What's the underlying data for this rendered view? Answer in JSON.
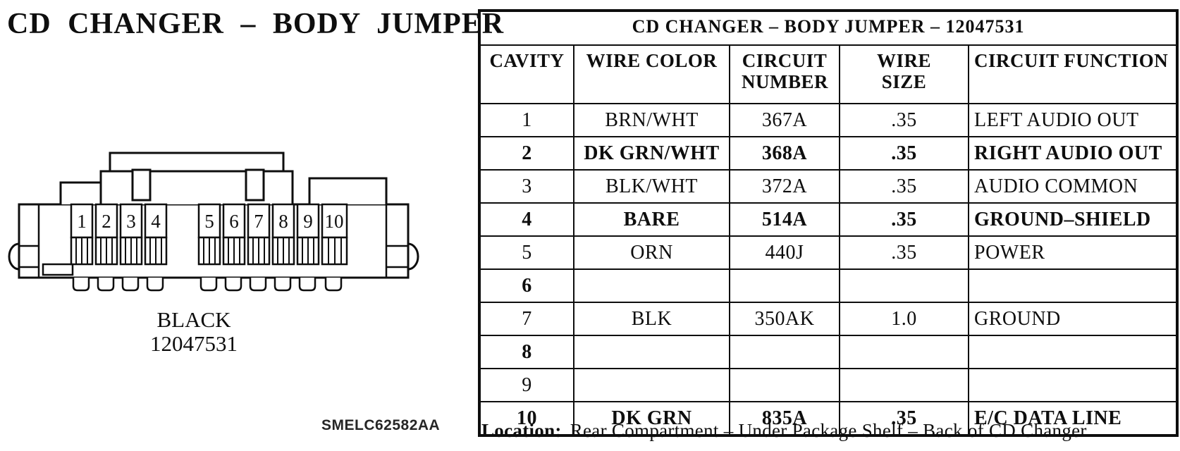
{
  "header": {
    "title": "CD CHANGER – BODY JUMPER"
  },
  "connector": {
    "color_label": "BLACK",
    "part_number": "12047531",
    "pins": [
      "1",
      "2",
      "3",
      "4",
      "5",
      "6",
      "7",
      "8",
      "9",
      "10"
    ]
  },
  "table": {
    "title": "CD CHANGER – BODY JUMPER – 12047531",
    "columns": {
      "cavity": "CAVITY",
      "wire_color": "WIRE COLOR",
      "circuit_number": "CIRCUIT NUMBER",
      "wire_size": "WIRE SIZE",
      "circuit_function": "CIRCUIT FUNCTION"
    },
    "rows": [
      {
        "cavity": "1",
        "wire_color": "BRN/WHT",
        "circuit_number": "367A",
        "wire_size": ".35",
        "circuit_function": "LEFT AUDIO OUT"
      },
      {
        "cavity": "2",
        "wire_color": "DK GRN/WHT",
        "circuit_number": "368A",
        "wire_size": ".35",
        "circuit_function": "RIGHT AUDIO OUT"
      },
      {
        "cavity": "3",
        "wire_color": "BLK/WHT",
        "circuit_number": "372A",
        "wire_size": ".35",
        "circuit_function": "AUDIO COMMON"
      },
      {
        "cavity": "4",
        "wire_color": "BARE",
        "circuit_number": "514A",
        "wire_size": ".35",
        "circuit_function": "GROUND–SHIELD"
      },
      {
        "cavity": "5",
        "wire_color": "ORN",
        "circuit_number": "440J",
        "wire_size": ".35",
        "circuit_function": "POWER"
      },
      {
        "cavity": "6",
        "wire_color": "",
        "circuit_number": "",
        "wire_size": "",
        "circuit_function": ""
      },
      {
        "cavity": "7",
        "wire_color": "BLK",
        "circuit_number": "350AK",
        "wire_size": "1.0",
        "circuit_function": "GROUND"
      },
      {
        "cavity": "8",
        "wire_color": "",
        "circuit_number": "",
        "wire_size": "",
        "circuit_function": ""
      },
      {
        "cavity": "9",
        "wire_color": "",
        "circuit_number": "",
        "wire_size": "",
        "circuit_function": ""
      },
      {
        "cavity": "10",
        "wire_color": "DK GRN",
        "circuit_number": "835A",
        "wire_size": ".35",
        "circuit_function": "E/C DATA LINE"
      }
    ]
  },
  "footer": {
    "diagram_code": "SMELC62582AA",
    "location_label": "Location:",
    "location_text": "Rear Compartment – Under Package Shelf – Back of CD Changer"
  },
  "colors": {
    "ink": "#0e0e0e",
    "paper": "#ffffff"
  }
}
